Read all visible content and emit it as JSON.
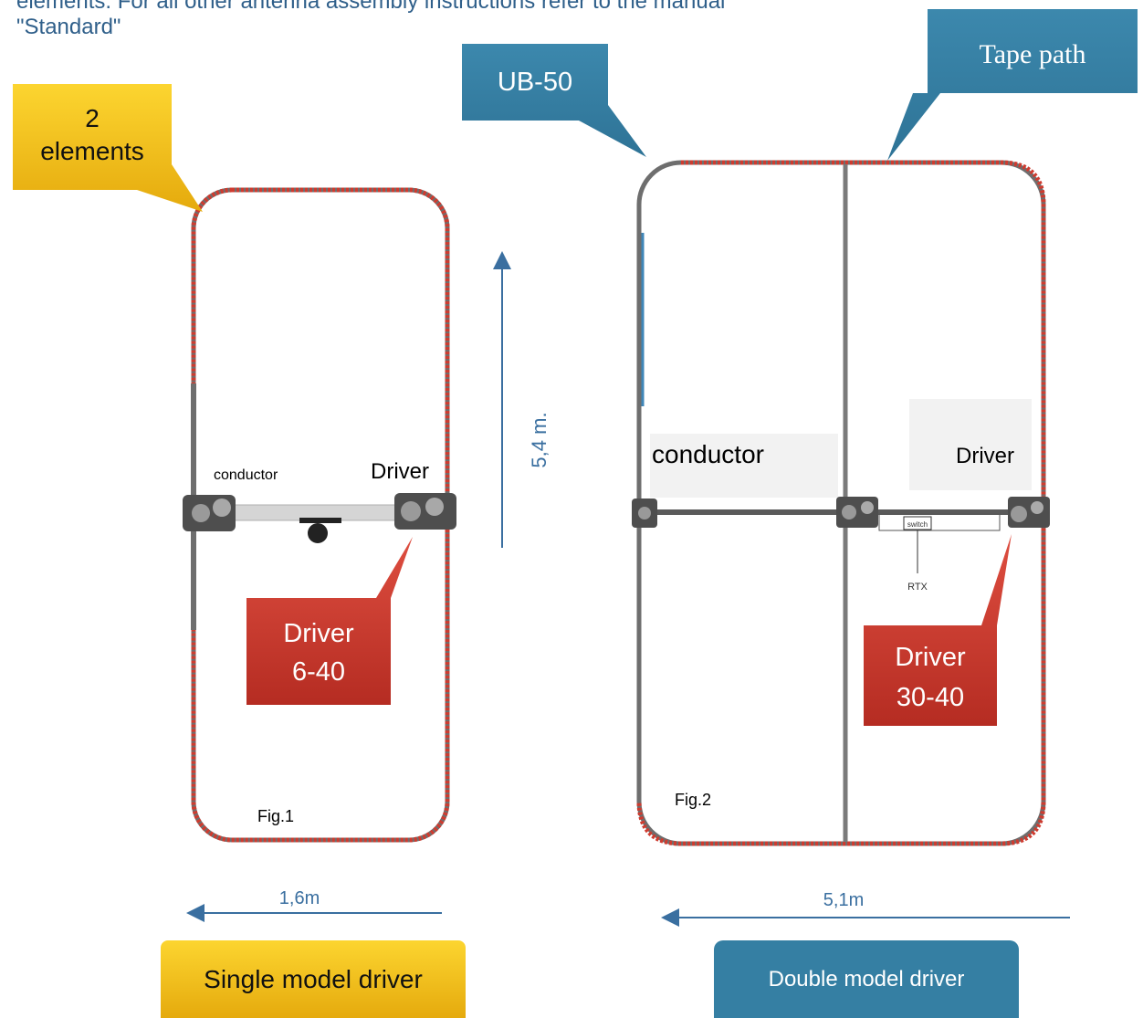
{
  "intro": {
    "line1": "elements. For all other antenna assembly instructions refer to the manual",
    "line2": "\"Standard\""
  },
  "callouts": {
    "two_elements": {
      "line1": "2",
      "line2": "elements"
    },
    "ub50": "UB-50",
    "tape_path": "Tape path",
    "driver_fig1": {
      "line1": "Driver",
      "line2": "6-40"
    },
    "driver_fig2": {
      "line1": "Driver",
      "line2": "30-40"
    }
  },
  "fig1": {
    "conductor_label": "conductor",
    "driver_label": "Driver",
    "caption": "Fig.1",
    "height_dim": "5,4 m.",
    "width_dim": "1,6m"
  },
  "fig2": {
    "conductor_label": "conductor",
    "driver_label": "Driver",
    "switch_label": "switch",
    "rtx_label": "RTX",
    "caption": "Fig.2",
    "width_dim": "5,1m"
  },
  "buttons": {
    "single": "Single model driver",
    "double": "Double model driver"
  },
  "colors": {
    "intro_text": "#2f5f8a",
    "blue_callout": "#357fa3",
    "gold_callout": "#f2bd16",
    "red_callout": "#c9382c",
    "tape": "#cf3b2f",
    "frame": "#707070",
    "dimension": "#3a6fa0"
  }
}
